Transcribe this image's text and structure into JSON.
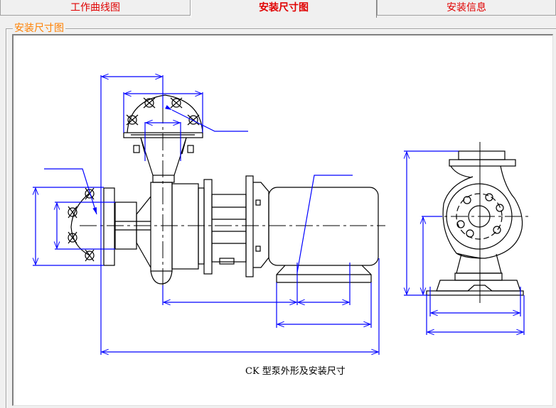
{
  "tabs": [
    {
      "label": "工作曲线图",
      "active": false
    },
    {
      "label": "安装尺寸图",
      "active": true
    },
    {
      "label": "安装信息",
      "active": false
    }
  ],
  "group": {
    "title": "安装尺寸图"
  },
  "drawing": {
    "caption": "CK 型泵外形及安装尺寸",
    "line_color": "#000000",
    "dimension_color": "#0000ff"
  },
  "colors": {
    "tab_text": "#e00000",
    "group_title": "#ff8000",
    "background": "#f0f0f0",
    "canvas": "#ffffff"
  }
}
